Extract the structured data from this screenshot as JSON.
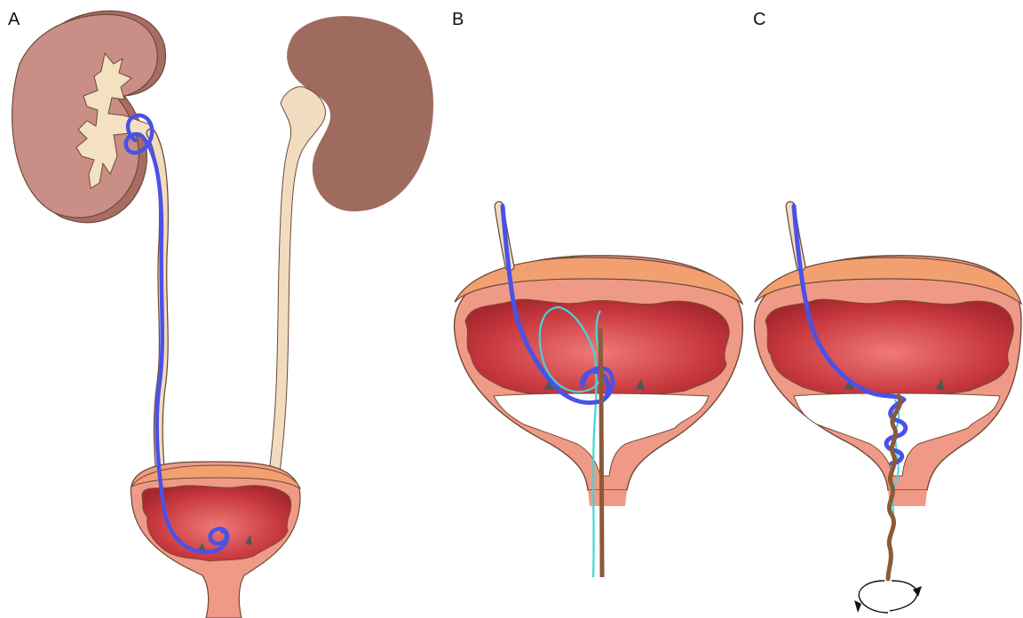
{
  "panels": [
    {
      "label": "A"
    },
    {
      "label": "B"
    },
    {
      "label": "C"
    }
  ],
  "colors": {
    "kidney_left": "#c98e86",
    "kidney_right": "#9f6b5f",
    "renal_pelvis": "#f3e1c2",
    "ureter": "#f1dcc0",
    "bladder_wall": "#ef9a86",
    "bladder_cap": "#f2a070",
    "bladder_lumen": "#c43a42",
    "stent": "#4a52e6",
    "guidewire": "#3fd6dd",
    "catheter": "#8a5a3a",
    "outline": "#6b4a3a"
  }
}
